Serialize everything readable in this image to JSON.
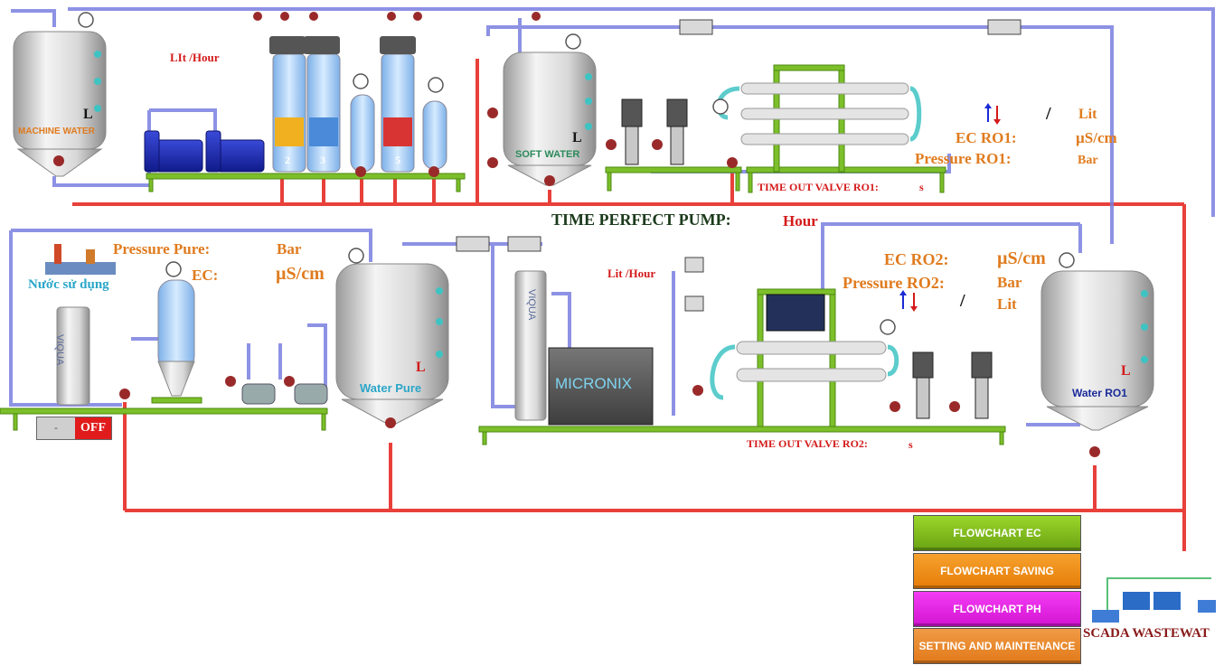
{
  "tanks": {
    "machine_water": "MACHINE WATER",
    "soft_water": "SOFT WATER",
    "water_pure": "Water Pure",
    "water_ro1": "Water RO1",
    "level_unit": "L"
  },
  "filters": {
    "numbers": [
      "2",
      "3",
      "5"
    ]
  },
  "flow_top_unit": "LIt /Hour",
  "ro1": {
    "lit_unit": "Lit",
    "slash": "/",
    "ec_label": "EC RO1:",
    "ec_unit": "µS/cm",
    "pressure_label": "Pressure RO1:",
    "pressure_unit": "Bar",
    "timeout_label": "TIME OUT VALVE RO1:",
    "timeout_unit": "s"
  },
  "time_perfect_pump": {
    "label": "TIME PERFECT PUMP:",
    "unit": "Hour"
  },
  "pure": {
    "pressure_label": "Pressure Pure:",
    "pressure_unit": "Bar",
    "ec_label": "EC:",
    "ec_unit": "µS/cm"
  },
  "usage_label": "Nước sử dụng",
  "uv_brand": "VIQUA",
  "micronix": "MICRONIX",
  "flow_mid_unit": "Lit  /Hour",
  "ro2": {
    "ec_label": "EC RO2:",
    "ec_unit": "µS/cm",
    "pressure_label": "Pressure RO2:",
    "pressure_unit": "Bar",
    "slash": "/",
    "lit_unit": "Lit",
    "timeout_label": "TIME OUT VALVE RO2:",
    "timeout_unit": "s"
  },
  "toggle": {
    "left": "-",
    "right": "OFF"
  },
  "buttons": {
    "ec": "FLOWCHART EC",
    "saving": "FLOWCHART SAVING",
    "ph": "FLOWCHART PH",
    "setting": "SETTING AND MAINTENANCE"
  },
  "scada_link": "SCADA WASTEWAT",
  "colors": {
    "pipe_red": "#e8403a",
    "pipe_blue": "#6f74d6",
    "frame_green": "#6fae22",
    "label_orange": "#e07b1e",
    "label_red": "#d41a1a"
  }
}
